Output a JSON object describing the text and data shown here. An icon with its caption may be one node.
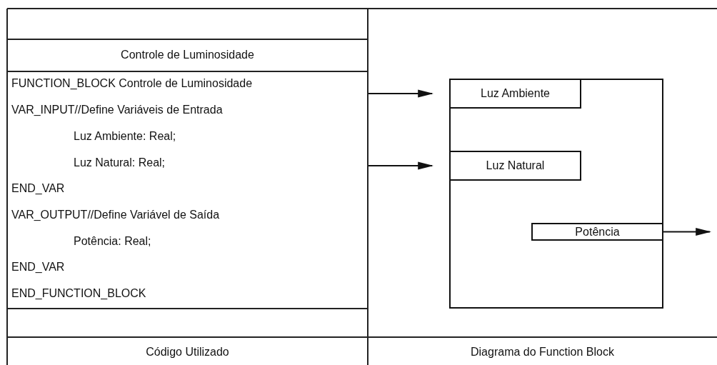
{
  "diagram": {
    "nodes": [
      {
        "text": [],
        "shape": "box"
      },
      {
        "text": [
          "Luz Ambiente"
        ],
        "in": 0
      },
      {
        "text": [
          "Luz Natural"
        ],
        "in": 0
      },
      {
        "text": [
          "Potência"
        ],
        "in": 0
      }
    ],
    "edges": [
      {
        "from": null,
        "to": 1,
        "arrow": "to"
      },
      {
        "from": null,
        "to": 2,
        "arrow": "to"
      },
      {
        "from": 3,
        "to": null,
        "arrow": "to"
      }
    ],
    "labels": [
      "Controle de Luminosidade",
      "FUNCTION_BLOCK Controle de Luminosidade",
      "VAR_INPUT//Define Variáveis de Entrada",
      "Luz Ambiente: Real;",
      "Luz Natural: Real;",
      "END_VAR",
      "VAR_OUTPUT//Define Variável de Saída",
      "Potência: Real;",
      "END_VAR",
      "END_FUNCTION_BLOCK",
      "Código Utilizado",
      "Diagrama do Function Block"
    ]
  }
}
